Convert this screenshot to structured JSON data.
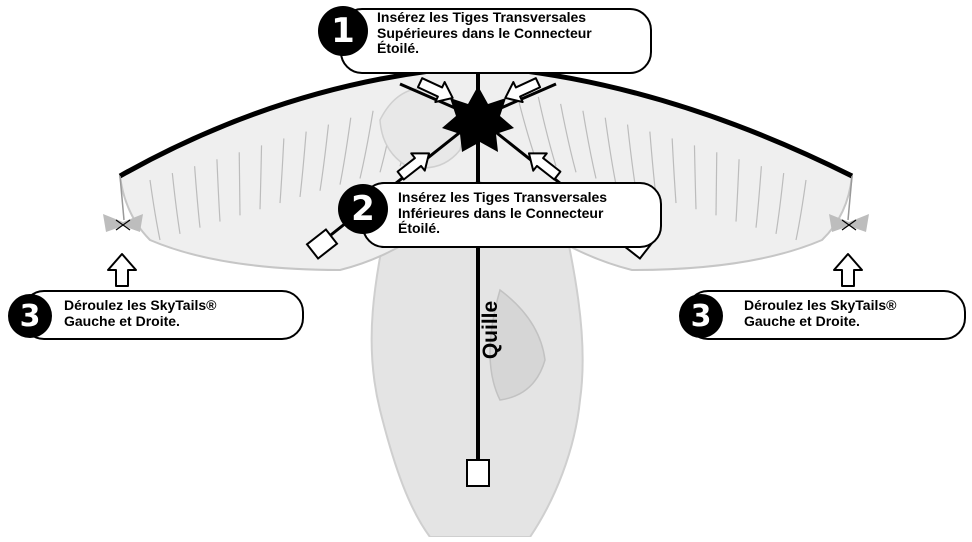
{
  "steps": [
    {
      "number": "1",
      "lines": [
        "Insérez les Tiges Transversales",
        "Supérieures dans le Connecteur",
        "Étoilé."
      ]
    },
    {
      "number": "2",
      "lines": [
        "Insérez les Tiges Transversales",
        "Inférieures dans le Connecteur",
        "Étoilé."
      ]
    },
    {
      "number": "3",
      "lines": [
        "Déroulez les SkyTails®",
        "Gauche et Droite."
      ]
    },
    {
      "number": "3",
      "lines": [
        "Déroulez les SkyTails®",
        "Gauche et Droite."
      ]
    }
  ],
  "keel_label": "Quille",
  "colors": {
    "line": "#000000",
    "sail_fill": "#eeeeee",
    "feather_stroke": "#bcbcbc",
    "body_fill": "#e2e2e2"
  },
  "icons": [
    "star-connector-icon",
    "arrow-icon",
    "skytail-ribbon-icon",
    "spar-end-cap-icon"
  ]
}
